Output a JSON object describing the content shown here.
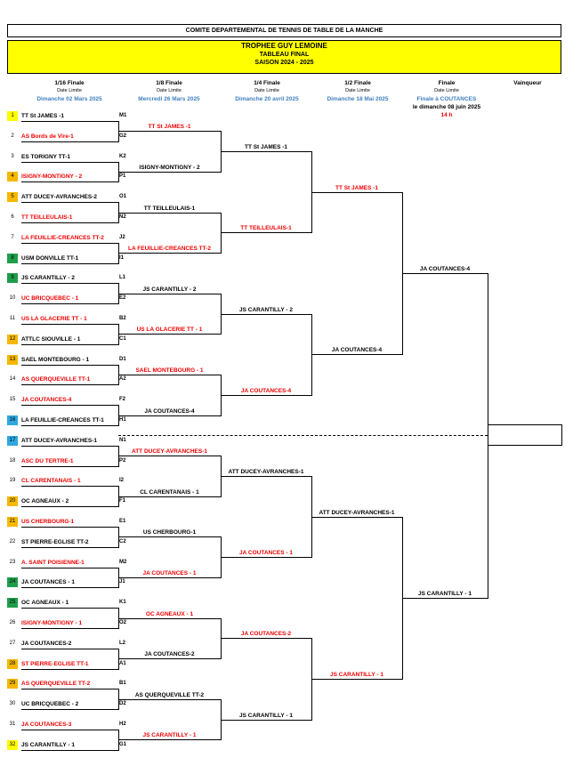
{
  "header": {
    "org": "COMITE DEPARTEMENTAL DE TENNIS DE TABLE DE LA MANCHE",
    "title": "TROPHEE GUY LEMOINE",
    "subtitle": "TABLEAU FINAL",
    "season": "SAISON 2024 - 2025"
  },
  "columns": {
    "c1": {
      "round": "1/16 Finale",
      "label": "Date Limite",
      "date": "Dimanche 02 Mars 2025"
    },
    "c2": {
      "round": "1/8 Finale",
      "label": "Date Limite",
      "date": "Mercredi 26  Mars 2025"
    },
    "c3": {
      "round": "1/4 Finale",
      "label": "Date Limite",
      "date": "Dimanche 20 avril 2025"
    },
    "c4": {
      "round": "1/2 Finale",
      "label": "Date Limite",
      "date": "Dimanche 18 Mai 2025"
    },
    "c5": {
      "round": "Finale",
      "label": "Date Limite",
      "place": "Finale à COUTANCES",
      "date": "le dimanche 08 juin 2025",
      "time": "14 h"
    },
    "c6": {
      "round": "Vainqueur"
    }
  },
  "entries": [
    {
      "seed": "1",
      "team": "TT St JAMES -1",
      "code": "M1",
      "red": false,
      "color": "#ffff00"
    },
    {
      "seed": "2",
      "team": "AS Bords de Vire-1",
      "code": "G2",
      "red": true,
      "color": ""
    },
    {
      "seed": "3",
      "team": "ES TORIGNY TT-1",
      "code": "K2",
      "red": false,
      "color": ""
    },
    {
      "seed": "4",
      "team": "ISIGNY-MONTIGNY - 2",
      "code": "P1",
      "red": true,
      "color": "#f5b800"
    },
    {
      "seed": "5",
      "team": "ATT DUCEY-AVRANCHES-2",
      "code": "O1",
      "red": false,
      "color": "#f5b800"
    },
    {
      "seed": "6",
      "team": "TT TEILLEULAIS-1",
      "code": "N2",
      "red": true,
      "color": ""
    },
    {
      "seed": "7",
      "team": "LA FEUILLIE-CREANCES TT-2",
      "code": "J2",
      "red": true,
      "color": ""
    },
    {
      "seed": "8",
      "team": "USM DONVILLE TT-1",
      "code": "I1",
      "red": false,
      "color": "#1e9e4a"
    },
    {
      "seed": "9",
      "team": "JS CARANTILLY - 2",
      "code": "L1",
      "red": false,
      "color": "#1e9e4a"
    },
    {
      "seed": "10",
      "team": "UC BRICQUEBEC - 1",
      "code": "E2",
      "red": true,
      "color": ""
    },
    {
      "seed": "11",
      "team": "US LA GLACERIE TT - 1",
      "code": "B2",
      "red": true,
      "color": ""
    },
    {
      "seed": "12",
      "team": "ATTLC SIOUVILLE - 1",
      "code": "C1",
      "red": false,
      "color": "#f5b800"
    },
    {
      "seed": "13",
      "team": "SAEL MONTEBOURG - 1",
      "code": "D1",
      "red": false,
      "color": "#f5b800"
    },
    {
      "seed": "14",
      "team": "AS QUERQUEVILLE TT-1",
      "code": "A2",
      "red": true,
      "color": ""
    },
    {
      "seed": "15",
      "team": "JA COUTANCES-4",
      "code": "F2",
      "red": true,
      "color": ""
    },
    {
      "seed": "16",
      "team": "LA FEUILLIE-CREANCES TT-1",
      "code": "H1",
      "red": false,
      "color": "#2fa8e0"
    },
    {
      "seed": "17",
      "team": "ATT DUCEY-AVRANCHES-1",
      "code": "N1",
      "red": false,
      "color": "#2fa8e0"
    },
    {
      "seed": "18",
      "team": "ASC DU TERTRE-1",
      "code": "P2",
      "red": true,
      "color": ""
    },
    {
      "seed": "19",
      "team": "CL CARENTANAIS - 1",
      "code": "I2",
      "red": true,
      "color": ""
    },
    {
      "seed": "20",
      "team": "OC AGNEAUX - 2",
      "code": "F1",
      "red": false,
      "color": "#f5b800"
    },
    {
      "seed": "21",
      "team": "US CHERBOURG-1",
      "code": "E1",
      "red": true,
      "color": "#f5b800"
    },
    {
      "seed": "22",
      "team": "ST PIERRE-EGLISE TT-2",
      "code": "C2",
      "red": false,
      "color": ""
    },
    {
      "seed": "23",
      "team": "A. SAINT POISIENNE-1",
      "code": "M2",
      "red": true,
      "color": ""
    },
    {
      "seed": "24",
      "team": "JA COUTANCES - 1",
      "code": "J1",
      "red": false,
      "color": "#1e9e4a"
    },
    {
      "seed": "25",
      "team": "OC AGNEAUX - 1",
      "code": "K1",
      "red": false,
      "color": "#1e9e4a"
    },
    {
      "seed": "26",
      "team": "ISIGNY-MONTIGNY - 1",
      "code": "O2",
      "red": true,
      "color": ""
    },
    {
      "seed": "27",
      "team": "JA COUTANCES-2",
      "code": "L2",
      "red": false,
      "color": ""
    },
    {
      "seed": "28",
      "team": "ST PIERRE-EGLISE TT-1",
      "code": "A1",
      "red": true,
      "color": "#f5b800"
    },
    {
      "seed": "29",
      "team": "AS QUERQUEVILLE TT-2",
      "code": "B1",
      "red": true,
      "color": "#f5b800"
    },
    {
      "seed": "30",
      "team": "UC BRICQUEBEC - 2",
      "code": "D2",
      "red": false,
      "color": ""
    },
    {
      "seed": "31",
      "team": "JA COUTANCES-3",
      "code": "H2",
      "red": true,
      "color": ""
    },
    {
      "seed": "32",
      "team": "JS CARANTILLY - 1",
      "code": "G1",
      "red": false,
      "color": "#ffff00"
    }
  ],
  "round2": [
    {
      "team": "TT St JAMES -1",
      "red": true
    },
    {
      "team": "ISIGNY-MONTIGNY - 2",
      "red": false
    },
    {
      "team": "TT TEILLEULAIS-1",
      "red": false
    },
    {
      "team": "LA FEUILLIE-CREANCES TT-2",
      "red": true
    },
    {
      "team": "JS CARANTILLY - 2",
      "red": false
    },
    {
      "team": "US LA GLACERIE TT - 1",
      "red": true
    },
    {
      "team": "SAEL MONTEBOURG - 1",
      "red": true
    },
    {
      "team": "JA COUTANCES-4",
      "red": false
    },
    {
      "team": "ATT DUCEY-AVRANCHES-1",
      "red": true
    },
    {
      "team": "CL CARENTANAIS - 1",
      "red": false
    },
    {
      "team": "US CHERBOURG-1",
      "red": false
    },
    {
      "team": "JA COUTANCES - 1",
      "red": true
    },
    {
      "team": "OC AGNEAUX - 1",
      "red": true
    },
    {
      "team": "JA COUTANCES-2",
      "red": false
    },
    {
      "team": "AS QUERQUEVILLE TT-2",
      "red": false
    },
    {
      "team": "JS CARANTILLY - 1",
      "red": true
    }
  ],
  "round3": [
    {
      "team": "TT St JAMES -1",
      "red": false
    },
    {
      "team": "TT TEILLEULAIS-1",
      "red": true
    },
    {
      "team": "JS CARANTILLY - 2",
      "red": false
    },
    {
      "team": "JA COUTANCES-4",
      "red": true
    },
    {
      "team": "ATT DUCEY-AVRANCHES-1",
      "red": false
    },
    {
      "team": "JA COUTANCES - 1",
      "red": true
    },
    {
      "team": "JA COUTANCES-2",
      "red": true
    },
    {
      "team": "JS CARANTILLY - 1",
      "red": false
    }
  ],
  "round4": [
    {
      "team": "TT St JAMES -1",
      "red": true
    },
    {
      "team": "JA COUTANCES-4",
      "red": false
    },
    {
      "team": "ATT DUCEY-AVRANCHES-1",
      "red": false
    },
    {
      "team": "JS CARANTILLY - 1",
      "red": true
    }
  ],
  "round5": [
    {
      "team": "JA COUTANCES-4",
      "red": false
    },
    {
      "team": "JS CARANTILLY - 1",
      "red": false
    }
  ]
}
